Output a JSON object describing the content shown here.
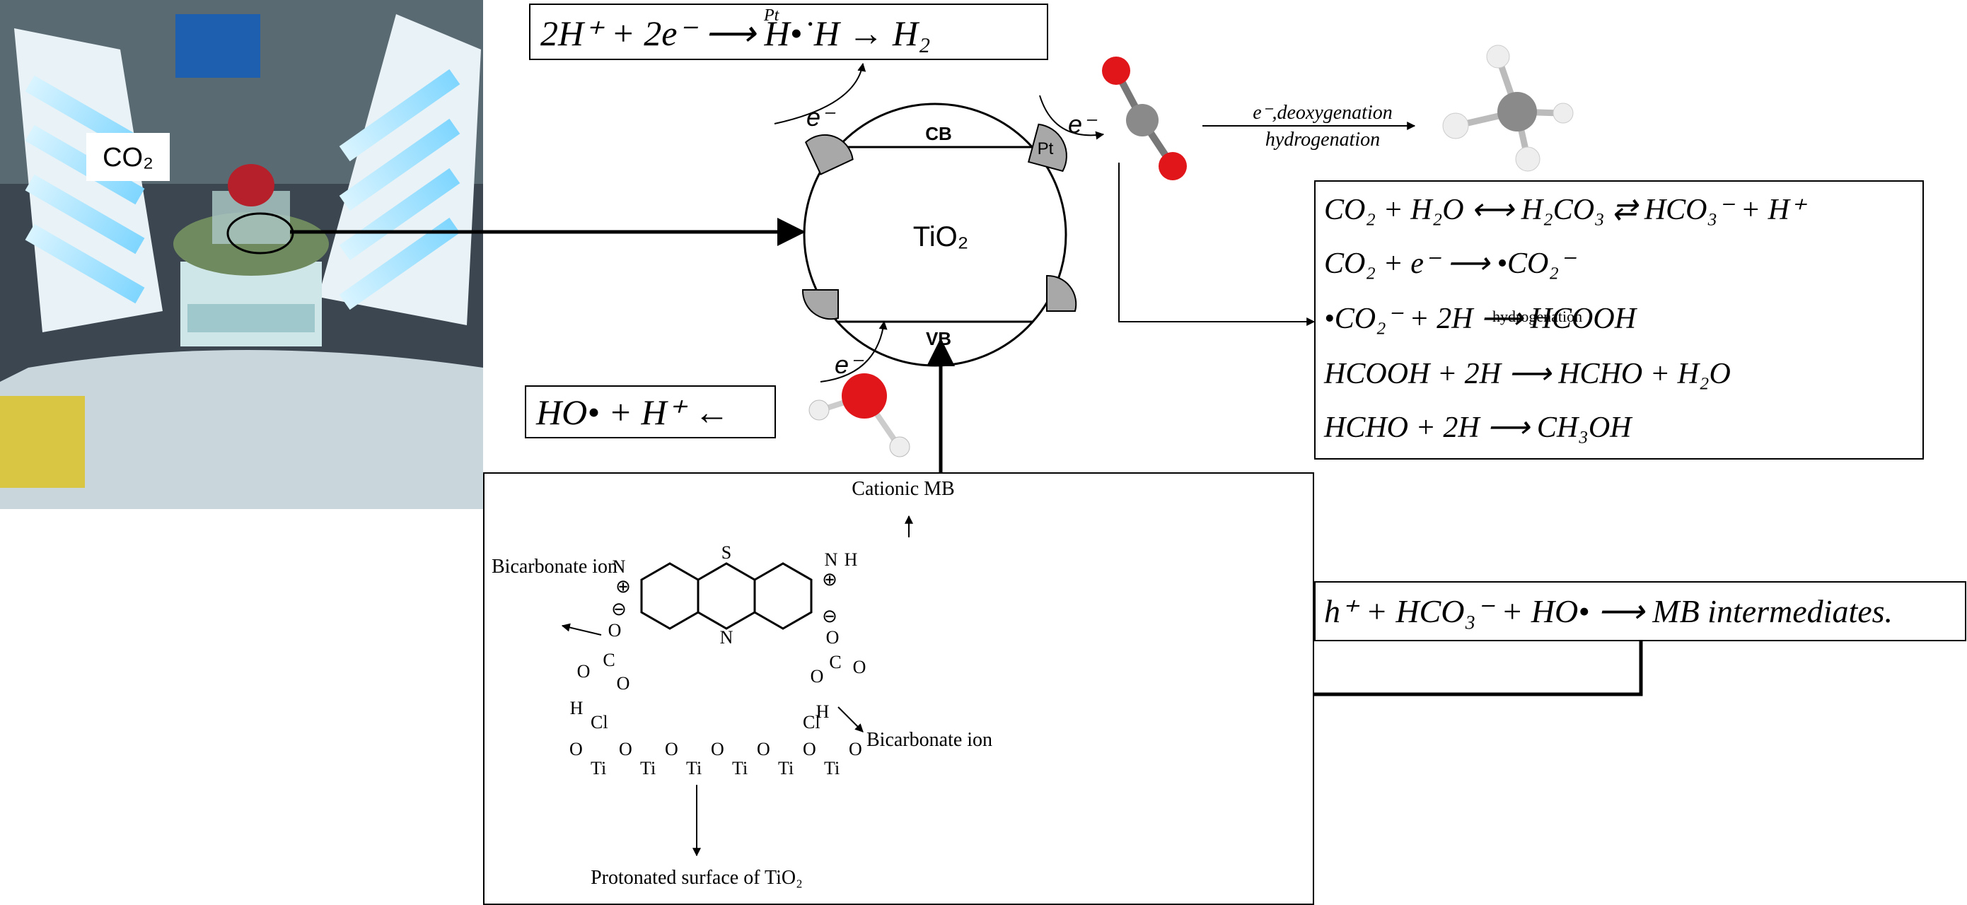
{
  "photo": {
    "co2_label": "CO₂"
  },
  "h2_equation": "2H⁺ + 2e⁻ ⟶ H•˙H → H₂",
  "h2_catalyst": "Pt",
  "tio2": {
    "label": "TiO₂",
    "cb": "CB",
    "vb": "VB",
    "pt": "Pt"
  },
  "electron_labels": [
    "e⁻",
    "e⁻",
    "e⁻"
  ],
  "deoxygenation": {
    "top": "e⁻,deoxygenation",
    "bottom": "hydrogenation"
  },
  "ho_equation": "HO• + H⁺ ←",
  "co2_reactions": [
    "CO₂ + H₂O ⟷ H₂CO₃ ⇄ HCO₃⁻ + H⁺",
    "CO₂ + e⁻ ⟶ •CO₂⁻",
    "•CO₂⁻ + 2H ⟶ HCOOH",
    "HCOOH + 2H ⟶ HCHO + H₂O",
    "HCHO + 2H ⟶ CH₃OH"
  ],
  "hydrogenation_label": "hydrogenation",
  "mb_equation": "h⁺ + HCO₃⁻ + HO• ⟶ MB intermediates.",
  "mb_box": {
    "cationic": "Cationic MB",
    "bicarbonate_left": "Bicarbonate ion",
    "bicarbonate_right": "Bicarbonate ion",
    "protonated": "Protonated surface of TiO₂"
  },
  "atoms": {
    "S": "S",
    "N": "N",
    "O": "O",
    "C": "C",
    "H": "H",
    "Cl": "Cl",
    "Ti": "Ti",
    "plus": "⊕",
    "minus": "⊖"
  },
  "colors": {
    "oxygen": "#e0161b",
    "carbon": "#8a8a8a",
    "hydrogen": "#f2f2f2",
    "trap": "#a8a8a8",
    "uv": "#7fd6ff"
  }
}
